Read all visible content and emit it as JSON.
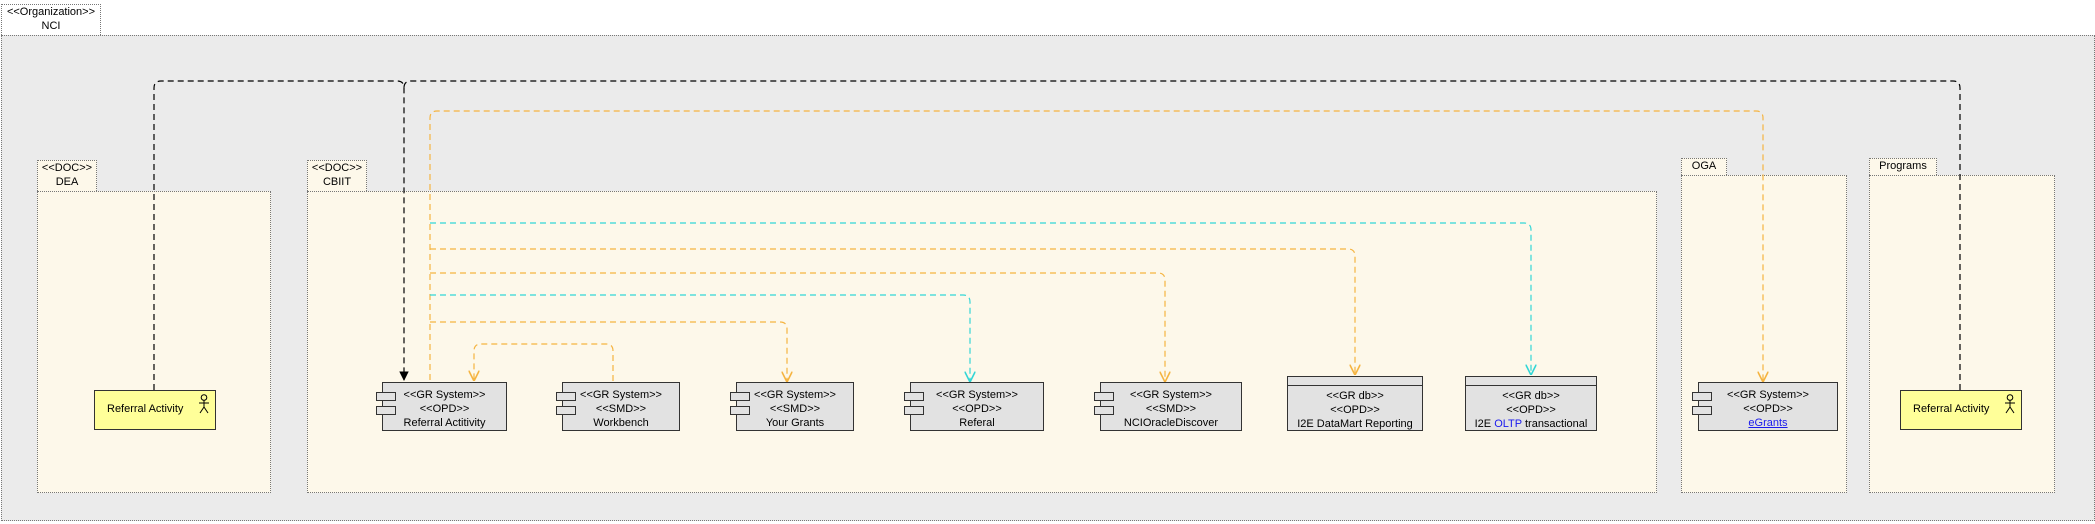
{
  "organization": {
    "stereotype": "<<Organization>>",
    "name": "NCI"
  },
  "packages": {
    "dea": {
      "stereotype": "<<DOC>>",
      "name": "DEA"
    },
    "cbiit": {
      "stereotype": "<<DOC>>",
      "name": "CBIIT"
    },
    "oga": {
      "name": "OGA"
    },
    "programs": {
      "name": "Programs"
    }
  },
  "actors": {
    "dea_referral": {
      "label": "Referral Activity"
    },
    "programs_referral": {
      "label": "Referral Activity"
    }
  },
  "components": {
    "referral_activity": {
      "line1": "<<GR System>>",
      "line2": "<<OPD>>",
      "line3": "Referral Actitivity"
    },
    "workbench": {
      "line1": "<<GR System>>",
      "line2": "<<SMD>>",
      "line3": "Workbench"
    },
    "your_grants": {
      "line1": "<<GR System>>",
      "line2": "<<SMD>>",
      "line3": "Your Grants"
    },
    "referal": {
      "line1": "<<GR System>>",
      "line2": "<<OPD>>",
      "line3": "Referal"
    },
    "nci_oracle_discover": {
      "line1": "<<GR System>>",
      "line2": "<<SMD>>",
      "line3": "NCIOracleDiscover"
    },
    "egrants": {
      "line1": "<<GR System>>",
      "line2": "<<OPD>>",
      "line3": "eGrants"
    }
  },
  "databases": {
    "i2e_datamart": {
      "line1": "<<GR db>>",
      "line2": "<<OPD>>",
      "line3": "I2E DataMart Reporting"
    },
    "i2e_oltp": {
      "line1": "<<GR db>>",
      "line2": "<<OPD>>",
      "line3a": "I2E ",
      "line3b": "OLTP",
      "line3c": " transactional"
    }
  },
  "colors": {
    "org_fill": "#ebebeb",
    "package_fill": "#fdf8ea",
    "component_fill": "#e2e2e2",
    "actor_fill": "#ffff99",
    "edge_black": "#000000",
    "edge_orange": "#f5b441",
    "edge_cyan": "#33d6d6",
    "link_blue": "#1a1aee"
  },
  "icons": {
    "actor": "stick-figure-icon",
    "component": "component-icon",
    "database": "database-icon"
  }
}
